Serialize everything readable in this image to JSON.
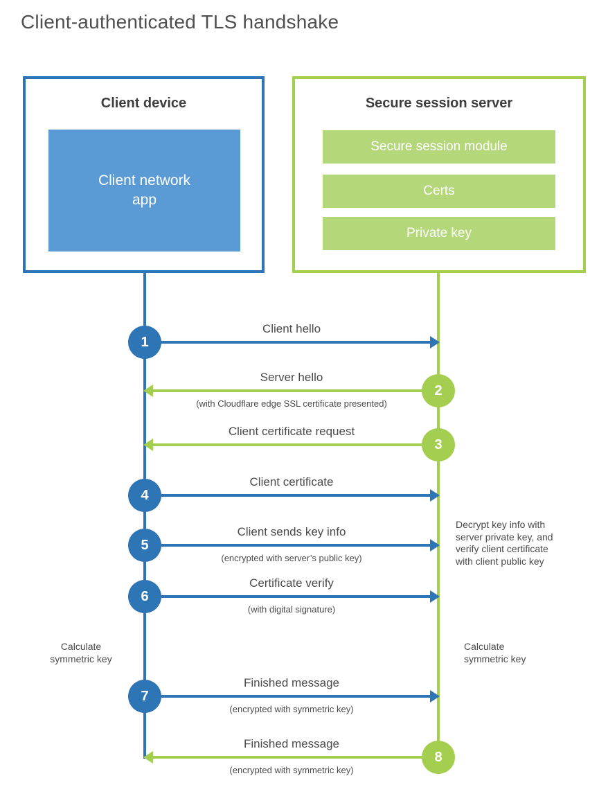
{
  "title": "Client-authenticated TLS handshake",
  "colors": {
    "client_blue": "#2E75B6",
    "client_blue_fill": "#5B9BD5",
    "server_green": "#A3CE4F",
    "server_green_fill": "#B4D77A",
    "text_gray": "#4A4A4A"
  },
  "client": {
    "title": "Client device",
    "app_lines": [
      "Client network",
      "app"
    ]
  },
  "server": {
    "title": "Secure session server",
    "modules": [
      "Secure session module",
      "Certs",
      "Private key"
    ]
  },
  "steps": [
    {
      "num": "1",
      "from": "client",
      "direction": "right",
      "label": "Client hello",
      "sublabel": ""
    },
    {
      "num": "2",
      "from": "server",
      "direction": "left",
      "label": "Server hello",
      "sublabel": "(with Cloudflare edge SSL certificate presented)"
    },
    {
      "num": "3",
      "from": "server",
      "direction": "left",
      "label": "Client certificate request",
      "sublabel": ""
    },
    {
      "num": "4",
      "from": "client",
      "direction": "right",
      "label": "Client certificate",
      "sublabel": ""
    },
    {
      "num": "5",
      "from": "client",
      "direction": "right",
      "label": "Client sends key info",
      "sublabel": "(encrypted with server’s public key)"
    },
    {
      "num": "6",
      "from": "client",
      "direction": "right",
      "label": "Certificate verify",
      "sublabel": "(with digital signature)"
    },
    {
      "num": "7",
      "from": "client",
      "direction": "right",
      "label": "Finished message",
      "sublabel": "(encrypted with symmetric key)"
    },
    {
      "num": "8",
      "from": "server",
      "direction": "left",
      "label": "Finished message",
      "sublabel": "(encrypted with symmetric key)"
    }
  ],
  "notes": {
    "decrypt_lines": [
      "Decrypt key info with",
      "server private key, and",
      "verify client certificate",
      "with client public key"
    ],
    "calc_left_lines": [
      "Calculate",
      "symmetric key"
    ],
    "calc_right_lines": [
      "Calculate",
      "symmetric key"
    ]
  }
}
